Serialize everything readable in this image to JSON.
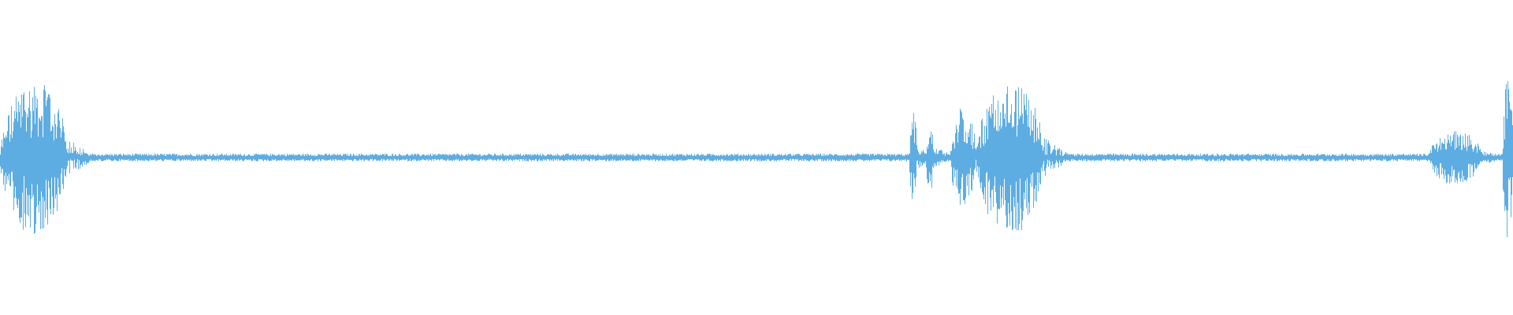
{
  "waveform": {
    "color": "#5dade2",
    "background": "#ffffff",
    "bursts": [
      {
        "start": 0.0,
        "end": 0.045,
        "amplitude": 0.98
      },
      {
        "start": 0.601,
        "end": 0.606,
        "amplitude": 0.58
      },
      {
        "start": 0.612,
        "end": 0.617,
        "amplitude": 0.5
      },
      {
        "start": 0.628,
        "end": 0.645,
        "amplitude": 0.65
      },
      {
        "start": 0.645,
        "end": 0.69,
        "amplitude": 1.0
      },
      {
        "start": 0.944,
        "end": 0.98,
        "amplitude": 0.35
      },
      {
        "start": 0.993,
        "end": 1.0,
        "amplitude": 1.05
      }
    ],
    "noise_floor_amplitude": 0.035
  }
}
